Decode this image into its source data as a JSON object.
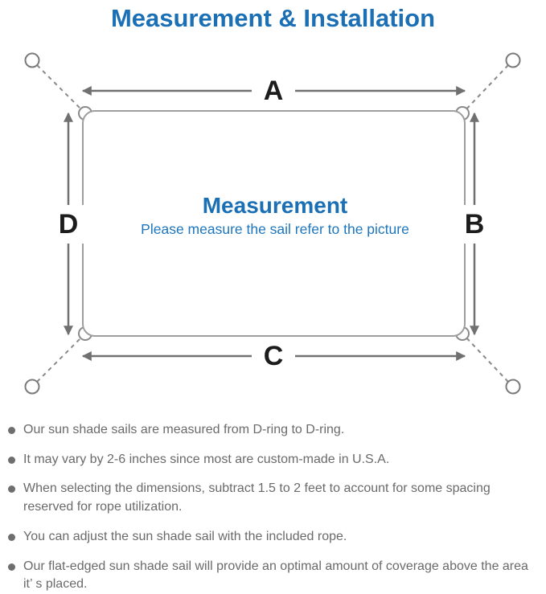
{
  "title": "Measurement & Installation",
  "diagram": {
    "labels": {
      "top": "A",
      "right": "B",
      "bottom": "C",
      "left": "D"
    },
    "center_title": "Measurement",
    "center_subtitle": "Please measure the sail refer to the picture"
  },
  "notes": [
    "Our sun shade sails are measured from D-ring to D-ring.",
    "It may vary by 2-6 inches since most are custom-made in U.S.A.",
    "When selecting the dimensions, subtract 1.5 to 2 feet to account for some spacing reserved for rope utilization.",
    "You can adjust the sun shade sail with the included rope.",
    "Our flat-edged sun shade sail will provide an optimal amount of coverage above the area it’ s placed."
  ],
  "colors": {
    "accent_blue": "#1b6fb5",
    "line_gray": "#707070",
    "rect_border_gray": "#9e9e9e",
    "note_text_gray": "#6a6a6a",
    "label_black": "#1c1c1c"
  }
}
